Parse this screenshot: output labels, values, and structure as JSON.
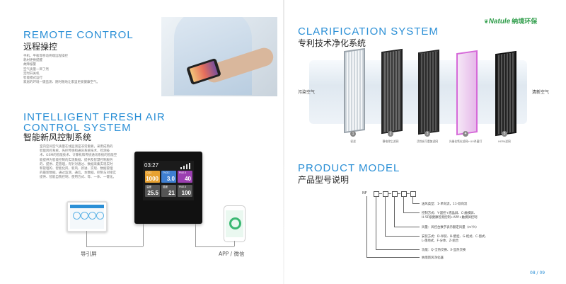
{
  "brand": {
    "name_en": "Natule",
    "name_cn": "纳境环保"
  },
  "remote": {
    "title_en": "REMOTE CONTROL",
    "title_cn": "远程操控",
    "features": [
      "手机、平板等移动终端远程操控",
      "耗材更换提醒",
      "故障报警",
      "空气质量一目了然",
      "定时开关机",
      "智能模式运行",
      "家居的环境一键监测、随时随地让家里更爱健康空气。"
    ]
  },
  "intelligent": {
    "title_en_line1": "INTELLIGENT FRESH AIR",
    "title_en_line2": "CONTROL SYSTEM",
    "title_cn": "智能新风控制系统",
    "body_lines": [
      "室内空间空气质量在线监测是非常重要，采用成熟的",
      "智能风控系统，先控传感和通讯系统技术、检测技",
      "术、GSM的智能技术、计算机和传统通讯系统的智能空",
      "能提供为智能控制的实现数据、提供及智慧控制服务",
      "的、提供、是管理，有针对通过、数据采集实现实时",
      "和管理的、智能化风、新风、新进、实现、数据管理",
      "的最新数据、通过监测、通信，本数据、控制与对接实",
      "提供、智能自我控制，使用方式、等、一体、一键化。"
    ],
    "screen": {
      "clock": "03:27",
      "cells": [
        {
          "label": "CO2",
          "value": "1000",
          "color": "#e8a232"
        },
        {
          "label": "TVOC",
          "value": "3.0",
          "color": "#3f7fd1"
        },
        {
          "label": "PM2.5",
          "value": "40",
          "color": "#9b3fb0"
        },
        {
          "label": "温度",
          "value": "25.5",
          "color": "#555"
        },
        {
          "label": "湿度",
          "value": "21",
          "color": "#555"
        },
        {
          "label": "PM2.5",
          "value": "100",
          "color": "#555"
        }
      ]
    },
    "caption_screen": "导引屏",
    "caption_app": "APP / 微信"
  },
  "clarification": {
    "title_en": "CLARIFICATION SYSTEM",
    "title_cn": "专利技术净化系统",
    "left_label": "污染空气",
    "right_label": "清新空气",
    "filters": [
      {
        "num": "1",
        "label": "初滤"
      },
      {
        "num": "2",
        "label": "静电除尘滤网"
      },
      {
        "num": "3",
        "label": "活性炭可重复滤网"
      },
      {
        "num": "4",
        "label": "光催化氧化滤网+UV杀菌灯"
      },
      {
        "num": "5",
        "label": "HEPA滤网"
      }
    ]
  },
  "product_model": {
    "title_en": "PRODUCT MODEL",
    "title_cn": "产品型号说明",
    "prefix": "NF",
    "lines": [
      "送风类型：1-单向流，11-双向流",
      "控制方式：Y-遥控+液晶屏、C-触摸屏、",
      "H-5F级健康检测控制+APP+触摸屏控制",
      "风量：风控台数字表示额定风量（m³/h）",
      "安装方式：D-吊装、B-壁挂、G-柜式、C-窗式、",
      "L-落地式、F-分体、Z-组合",
      "功能：Q-全热交换、X-显热交换",
      "纳境新风净化器"
    ]
  },
  "page_numbers": "08 / 09"
}
